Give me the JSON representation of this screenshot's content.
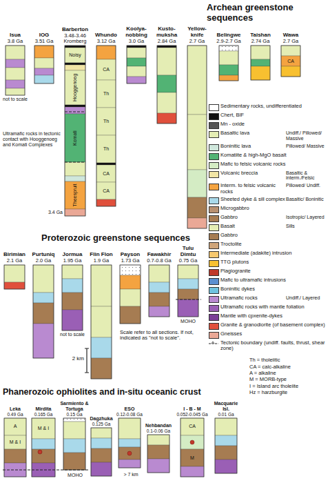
{
  "diagram": {
    "nodes": [
      {
        "text": [
          "Isua",
          "3.8 Ga",
          "not to scale"
        ]
      },
      {
        "text": [
          "IOG",
          "3.51 Ga"
        ]
      },
      {
        "text": [
          "Barberton",
          "3.48-3.46",
          "Kromberg",
          "Noisy",
          "Hooggenoeg",
          "Komati",
          "Theespruit",
          "3.4 Ga"
        ]
      },
      {
        "text": [
          "Whundo",
          "3.12 Ga",
          "CA",
          "Th",
          "Th",
          "Th",
          "CA",
          "CA"
        ]
      },
      {
        "text": [
          "Koolya-nobbing",
          "3.0 Ga"
        ]
      },
      {
        "text": [
          "Kusto-muksha",
          "2.84 Ga"
        ]
      },
      {
        "text": [
          "Yellow-knife",
          "2.7 Ga"
        ]
      },
      {
        "text": [
          "Belingwe",
          "2.9-2.7 Ga"
        ]
      },
      {
        "text": [
          "Taishan",
          "2.74 Ga"
        ]
      },
      {
        "text": [
          "Wawa",
          "2.7 Ga",
          "CA"
        ]
      },
      {
        "text": [
          "Birimian",
          "2.1 Ga"
        ]
      },
      {
        "text": [
          "Purtuniq",
          "2.0 Ga"
        ]
      },
      {
        "text": [
          "Jormua",
          "1.95 Ga",
          "not to scale"
        ]
      },
      {
        "text": [
          "Flin Flon",
          "1.9 Ga"
        ]
      },
      {
        "text": [
          "Payson",
          "1.73 Ga"
        ]
      },
      {
        "text": [
          "Fawakhir",
          "0.7-0.8 Ga"
        ]
      },
      {
        "text": [
          "Tulu Dimtu",
          "0.75 Ga"
        ]
      },
      {
        "text": [
          "Leka",
          "0.49 Ga",
          "A",
          "M & I"
        ]
      },
      {
        "text": [
          "Mirdita",
          "0.165 Ga",
          "M & I"
        ]
      },
      {
        "text": [
          "Sarmiento & Tortuga",
          "0.15 Ga"
        ]
      },
      {
        "text": [
          "Dagzhuka",
          "0.125 Ga"
        ]
      },
      {
        "text": [
          "ESO",
          "0.12-0.08 Ga"
        ]
      },
      {
        "text": [
          "Nehbandan",
          "0.1-0.06 Ga"
        ]
      },
      {
        "text": [
          "I - B - M",
          "0.052-0.045 Ga",
          "CA",
          "M"
        ]
      },
      {
        "text": [
          "Macquarie Isl.",
          "0.01 Ga"
        ]
      }
    ],
    "labels": [
      "Archean greenstone sequences",
      "Ultramafic rocks in tectonic contact with Hooggenoeg and Komati Complexes",
      "Proterozoic greenstone sequences",
      "Scale refer to all sections. If not, indicated as \"not to scale\".",
      "2 km",
      "MOHO",
      "Phanerozoic ophiolites and in-situ oceanic crust",
      "MOHO",
      "> 7 km",
      "Undiff./ Pillowed/ Massive",
      "Pillowed/ Massive",
      "Basaltic & interm./Felsic",
      "Pillowed/ Undiff.",
      "Basaltic/ Boninitic",
      "Isotropic/ Layered",
      "Sills",
      "Undiff./ Layered",
      "Th = tholeiitic",
      "CA = calc-alkaline",
      "A = alkaline",
      "M = MORB-type",
      "I = Island arc tholeiite",
      "Hz = harzburgite"
    ],
    "legend": [
      {
        "text": "Sedimentary rocks, undifferentiated",
        "color": "#ffffff"
      },
      {
        "text": "Chert, BIF",
        "color": "#111111"
      },
      {
        "text": "Mn - oxide",
        "color": "#555555"
      },
      {
        "text": "Basaltic lava",
        "color": "#e4edb4"
      },
      {
        "text": "Boninitic lava",
        "color": "#cfe7dc"
      },
      {
        "text": "Komatiite & high-MgO basalt",
        "color": "#52b374"
      },
      {
        "text": "Mafic to felsic volcanic rocks",
        "color": "#d4ecc4"
      },
      {
        "text": "Volcanic breccia",
        "color": "#f1e5a5"
      },
      {
        "text": "Interm. to felsic volcanic rocks",
        "color": "#f4a340"
      },
      {
        "text": "Sheeted dyke & sill complex",
        "color": "#a9d9ea"
      },
      {
        "text": "Microgabbro",
        "color": "#b89070"
      },
      {
        "text": "Gabbro",
        "color": "#a67c52"
      },
      {
        "text": "Basalt",
        "color": "#e4edb4"
      },
      {
        "text": "Gabbro",
        "color": "#a67c52"
      },
      {
        "text": "Troctolite",
        "color": "#cfa57a"
      },
      {
        "text": "Intermediate (adakite) intrusion",
        "color": "#f6c86e"
      },
      {
        "text": "TTG plutons",
        "color": "#f8c030"
      },
      {
        "text": "Plagiogranite",
        "color": "#c0392b"
      },
      {
        "text": "Mafic to ultramafic intrusions",
        "color": "#5b8fd0"
      },
      {
        "text": "Boninitic dykes",
        "color": "#6fc3df"
      },
      {
        "text": "Ultramafic rocks",
        "color": "#b98ad0"
      },
      {
        "text": "Ultramafic rocks with mantle foliation",
        "color": "#9a5fb5"
      },
      {
        "text": "Mantle with cpxenite-dykes",
        "color": "#7b3f98"
      },
      {
        "text": "Granite & granodiorite (of basement complex)",
        "color": "#e0503c"
      },
      {
        "text": "Gneisses",
        "color": "#eaa896"
      },
      {
        "text": "Tectonic boundary (undiff. faults, thrust, shear zone)"
      }
    ]
  }
}
